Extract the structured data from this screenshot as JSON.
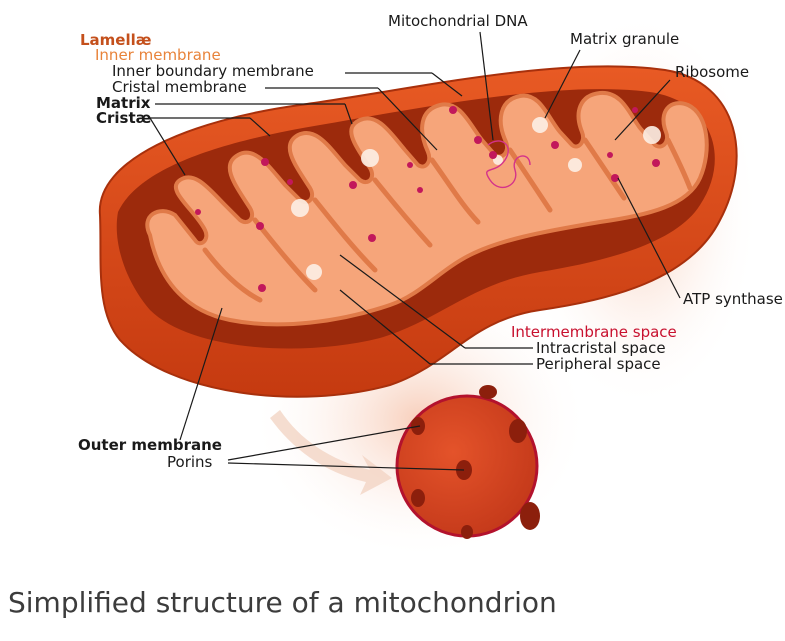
{
  "labels": {
    "lamellae": "Lamellæ",
    "inner_membrane": "Inner membrane",
    "inner_boundary_membrane": "Inner boundary membrane",
    "cristal_membrane": "Cristal membrane",
    "matrix": "Matrix",
    "cristae": "Cristæ",
    "mitochondrial_dna": "Mitochondrial DNA",
    "matrix_granule": "Matrix granule",
    "ribosome": "Ribosome",
    "atp_synthase": "ATP synthase",
    "intermembrane_space": "Intermembrane space",
    "intracristal_space": "Intracristal space",
    "peripheral_space": "Peripheral space",
    "outer_membrane": "Outer membrane",
    "porins": "Porins"
  },
  "caption": "Simplified structure of a mitochondrion",
  "colors": {
    "outer": "#d9471a",
    "outer_dark": "#a8300c",
    "interior": "#9c2a0c",
    "matrix": "#f6a57a",
    "cristae_edge": "#e07a48",
    "particle": "#c2185b",
    "granule": "#fdf0e6",
    "intermembrane_label": "#c8102e"
  }
}
